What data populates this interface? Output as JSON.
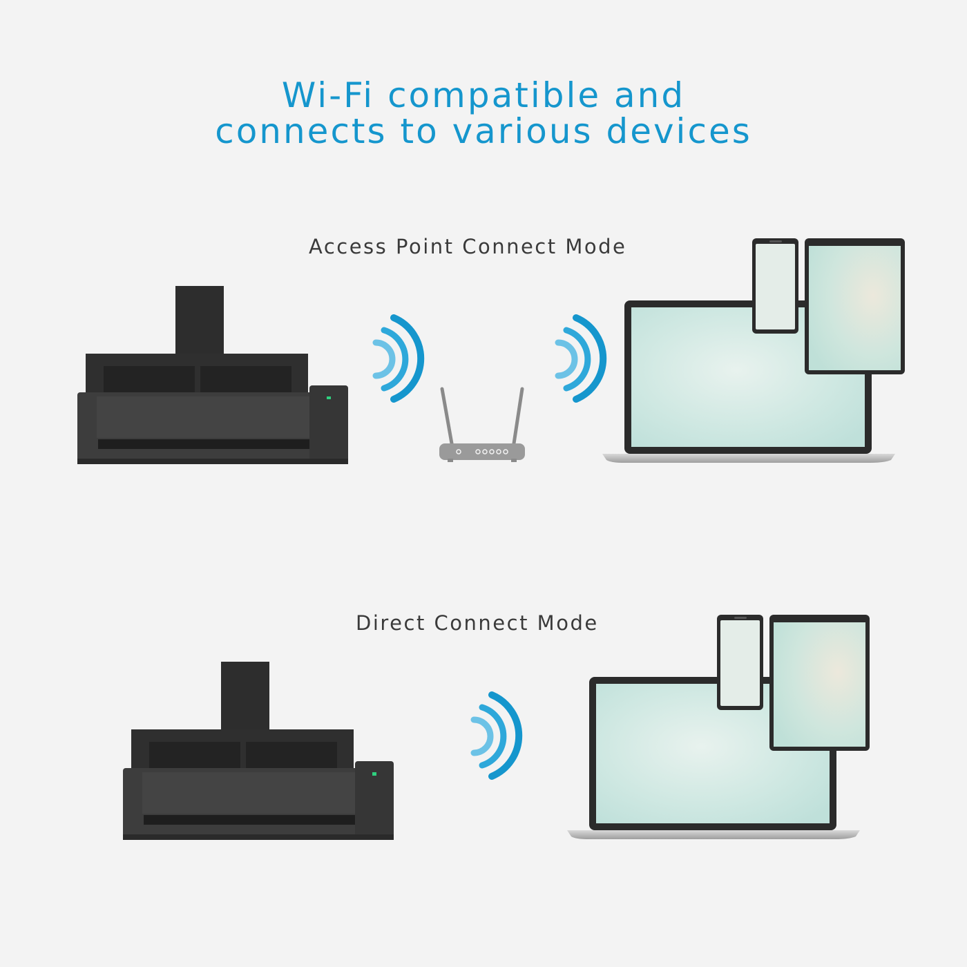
{
  "headline": {
    "line1": "Wi-Fi compatible and",
    "line2": "connects to various devices"
  },
  "modes": [
    {
      "label": "Access Point Connect Mode"
    },
    {
      "label": "Direct Connect Mode"
    }
  ],
  "colors": {
    "accent": "#1596cd",
    "wave_light": "#6cc2e6",
    "background": "#f3f3f3",
    "label_text": "#3a3a3a",
    "scanner_body": "#3c3c3c",
    "screen": "#c8e6e0"
  },
  "icons": [
    "scanner-icon",
    "wifi-waves-icon",
    "router-icon",
    "laptop-icon",
    "phone-icon",
    "tablet-icon"
  ]
}
